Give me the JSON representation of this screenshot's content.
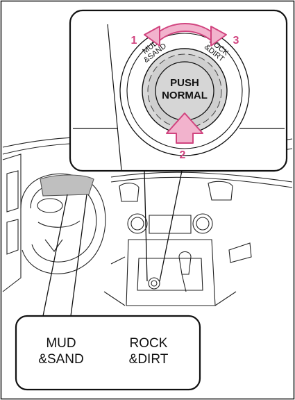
{
  "colors": {
    "accent": "#d1447f",
    "accent_light": "#f2b3cd",
    "knob_gray": "#c8c8c8",
    "line": "#111111"
  },
  "knob": {
    "line1": "PUSH",
    "line2": "NORMAL"
  },
  "ring_labels": {
    "left_line1": "MUD",
    "left_line2": "&SAND",
    "right_line1": "ROCK",
    "right_line2": "&DIRT"
  },
  "callouts": {
    "left": "1",
    "bottom": "2",
    "right": "3"
  },
  "indicator": {
    "mud_line1": "MUD",
    "mud_line2": "&SAND",
    "rock_line1": "ROCK",
    "rock_line2": "&DIRT"
  },
  "icons": [
    "rotate-arrow-icon",
    "push-arrow-icon"
  ]
}
